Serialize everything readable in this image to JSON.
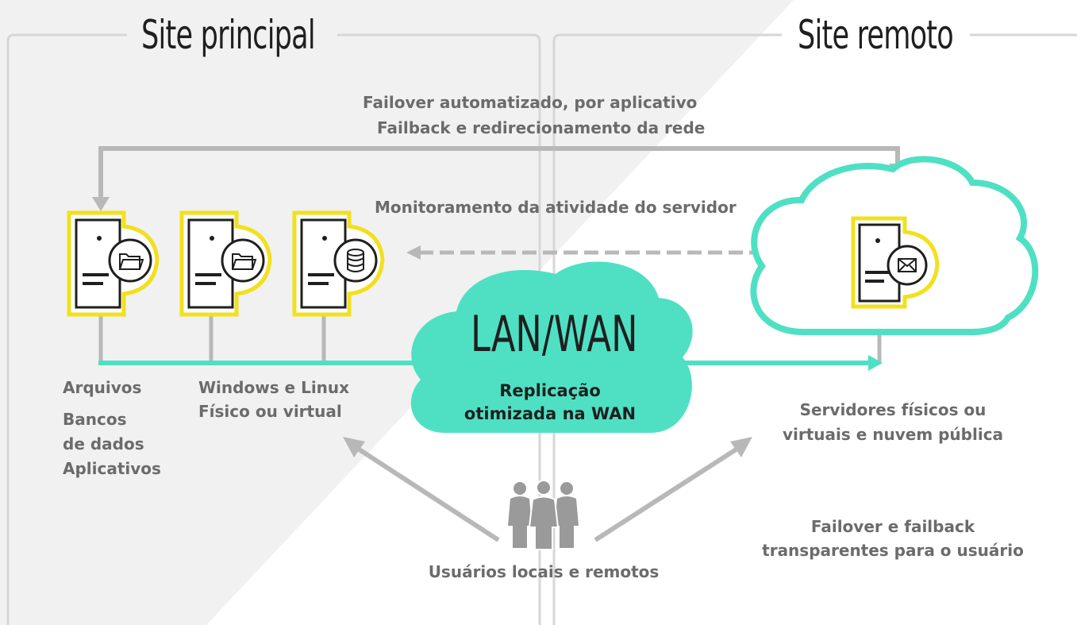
{
  "titles": {
    "site_principal": "Site principal",
    "site_remoto": "Site remoto"
  },
  "labels": {
    "failover_line1": "Failover automatizado, por aplicativo",
    "failover_line2": "Failback e redirecionamento da rede",
    "monitoring": "Monitoramento da atividade do servidor",
    "arquivos": "Arquivos",
    "bancos_line1": "Bancos",
    "bancos_line2": "de dados",
    "aplicativos": "Aplicativos",
    "windows_line1": "Windows e Linux",
    "windows_line2": "Físico ou virtual",
    "lanwan": "LAN/WAN",
    "replicacao_line1": "Replicação",
    "replicacao_line2": "otimizada na WAN",
    "servidores_line1": "Servidores físicos ou",
    "servidores_line2": "virtuais e nuvem pública",
    "transparent_line1": "Failover e failback",
    "transparent_line2": "transparentes para o usuário",
    "usuarios": "Usuários locais e remotos"
  },
  "colors": {
    "teal": "#4fe0c4",
    "yellow": "#f2e01d",
    "gray": "#b8b8b8",
    "dark": "#1f1f1f",
    "bg_light": "#f1f1f1"
  },
  "icons": {
    "server1": "folder-icon",
    "server2": "folder-icon",
    "server3": "database-icon",
    "remote_server": "mail-icon",
    "users": "people-icon"
  }
}
